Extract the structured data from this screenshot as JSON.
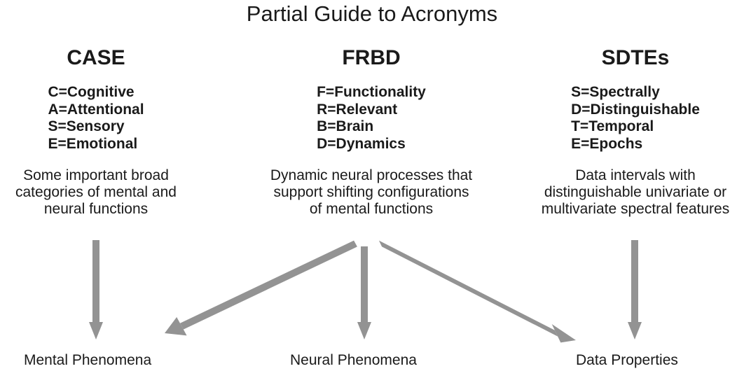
{
  "title": "Partial Guide to Acronyms",
  "columns": [
    {
      "acronym": "CASE",
      "definitions": [
        "C=Cognitive",
        "A=Attentional",
        "S=Sensory",
        "E=Emotional"
      ],
      "description": [
        "Some important broad",
        "categories of mental and",
        "neural functions"
      ]
    },
    {
      "acronym": "FRBD",
      "definitions": [
        "F=Functionality",
        "R=Relevant",
        "B=Brain",
        "D=Dynamics"
      ],
      "description": [
        "Dynamic neural processes that",
        "support shifting configurations",
        "of mental functions"
      ]
    },
    {
      "acronym": "SDTEs",
      "definitions": [
        "S=Spectrally",
        "D=Distinguishable",
        "T=Temporal",
        "E=Epochs"
      ],
      "description": [
        "Data intervals with",
        "distinguishable univariate or",
        "multivariate spectral features"
      ]
    }
  ],
  "phenomena": [
    "Mental Phenomena",
    "Neural Phenomena",
    "Data Properties"
  ],
  "colors": {
    "arrow": "#939393",
    "text": "#1a1a1a"
  }
}
